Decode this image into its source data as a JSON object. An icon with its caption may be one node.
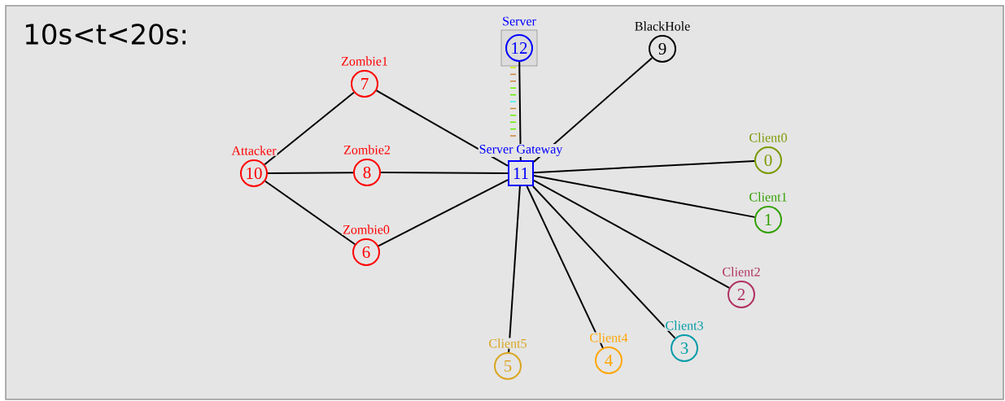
{
  "diagram": {
    "title": "10s<t<20s:",
    "nodes": [
      {
        "text": [
          "Client0",
          "0"
        ]
      },
      {
        "text": [
          "Client1",
          "1"
        ]
      },
      {
        "text": [
          "Client2",
          "2"
        ]
      },
      {
        "text": [
          "Client3",
          "3"
        ]
      },
      {
        "text": [
          "Client4",
          "4"
        ]
      },
      {
        "text": [
          "Client5",
          "5"
        ]
      },
      {
        "text": [
          "Zombie0",
          "6"
        ]
      },
      {
        "text": [
          "Zombie1",
          "7"
        ]
      },
      {
        "text": [
          "Zombie2",
          "8"
        ]
      },
      {
        "text": [
          "BlackHole",
          "9"
        ]
      },
      {
        "text": [
          "Attacker",
          "10"
        ]
      },
      {
        "text": [
          "Server Gateway",
          "11"
        ]
      },
      {
        "text": [
          "Server",
          "12"
        ]
      }
    ],
    "edges": [
      {
        "from": 10,
        "to": 7,
        "arrow": "none"
      },
      {
        "from": 10,
        "to": 8,
        "arrow": "none"
      },
      {
        "from": 10,
        "to": 6,
        "arrow": "none"
      },
      {
        "from": 7,
        "to": 11,
        "arrow": "none"
      },
      {
        "from": 8,
        "to": 11,
        "arrow": "none"
      },
      {
        "from": 6,
        "to": 11,
        "arrow": "none"
      },
      {
        "from": 12,
        "to": 11,
        "arrow": "none"
      },
      {
        "from": 9,
        "to": 11,
        "arrow": "none"
      },
      {
        "from": 11,
        "to": 0,
        "arrow": "none"
      },
      {
        "from": 11,
        "to": 1,
        "arrow": "none"
      },
      {
        "from": 11,
        "to": 2,
        "arrow": "none"
      },
      {
        "from": 11,
        "to": 3,
        "arrow": "none"
      },
      {
        "from": 11,
        "to": 4,
        "arrow": "none"
      },
      {
        "from": 11,
        "to": 5,
        "arrow": "none"
      }
    ]
  }
}
